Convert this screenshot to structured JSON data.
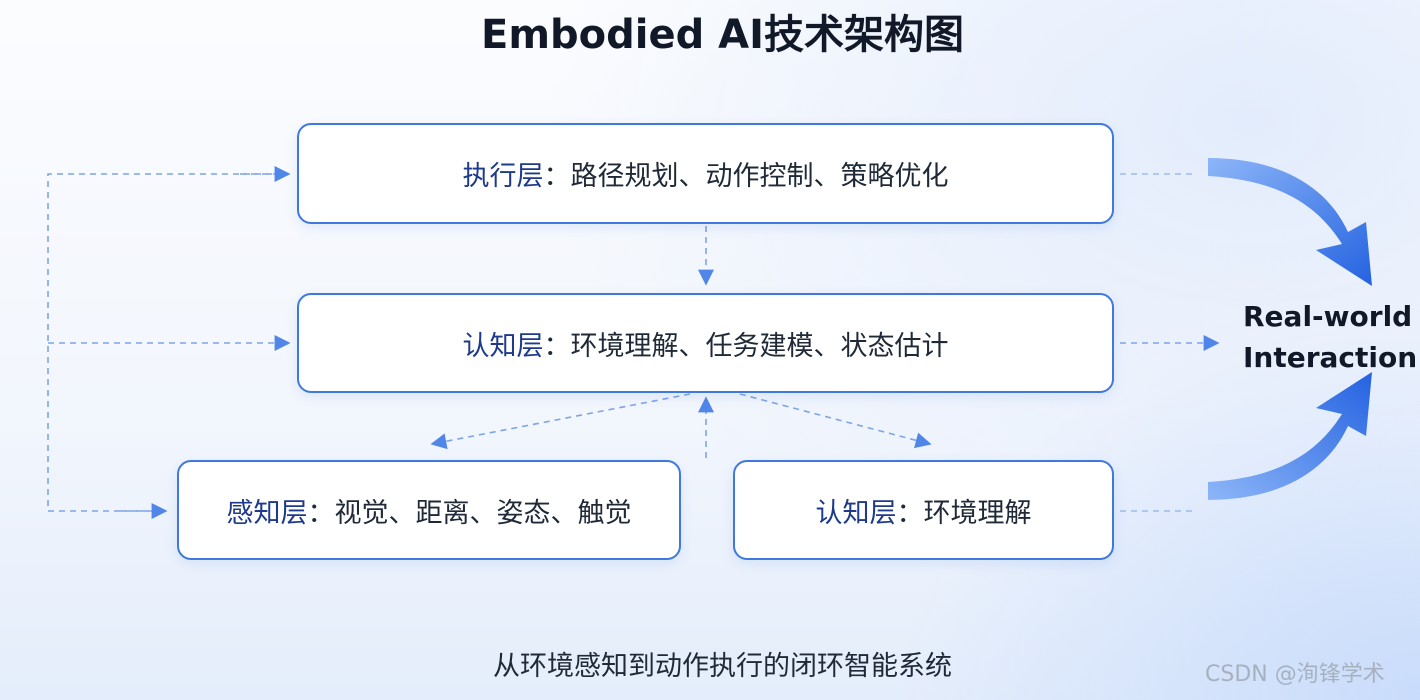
{
  "title": "Embodied AI技术架构图",
  "nodes": {
    "execution": {
      "layer": "执行层",
      "separator": "：",
      "items": "路径规划、动作控制、策略优化"
    },
    "cognition": {
      "layer": "认知层",
      "separator": "：",
      "items": "环境理解、任务建模、状态估计"
    },
    "perception": {
      "layer": "感知层",
      "separator": "：",
      "items": "视觉、距离、姿态、触觉"
    },
    "cognition_small": {
      "layer": "认知层",
      "separator": "：",
      "items": "环境理解"
    }
  },
  "real_world": {
    "line1": "Real-world",
    "line2": "Interaction"
  },
  "caption": "从环境感知到动作执行的闭环智能系统",
  "watermark": "CSDN @洵锋学术",
  "colors": {
    "accent": "#3f79de",
    "arrow": "#2f6fe4",
    "dashed": "#7ea4e6",
    "text": "#1f2937",
    "layer_text": "#1e3a8a"
  }
}
